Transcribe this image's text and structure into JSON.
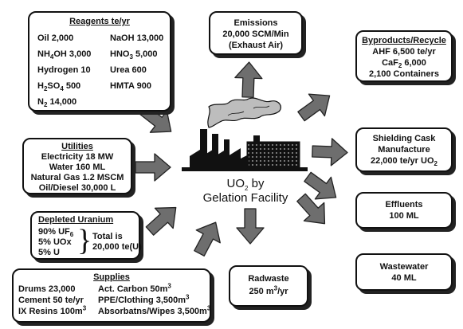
{
  "center": {
    "line1_prefix": "UO",
    "line1_sub": "2",
    "line1_suffix": " by",
    "line2": "Gelation Facility"
  },
  "reagents": {
    "title": "Reagents te/yr",
    "left": [
      {
        "pre": "Oil 2,000"
      },
      {
        "pre": "NH",
        "sub": "4",
        "post": "OH 3,000"
      },
      {
        "pre": "Hydrogen 10"
      },
      {
        "pre": "H",
        "sub": "2",
        "mid": "SO",
        "sub2": "4",
        "post": " 500"
      },
      {
        "pre": "N",
        "sub": "2",
        "post": " 14,000"
      }
    ],
    "right": [
      {
        "pre": "NaOH 13,000"
      },
      {
        "pre": "HNO",
        "sub": "3",
        "post": " 5,000"
      },
      {
        "pre": "Urea 600"
      },
      {
        "pre": "HMTA 900"
      }
    ]
  },
  "emissions": {
    "title": "Emissions",
    "line1": "20,000 SCM/Min",
    "line2": "(Exhaust Air)"
  },
  "byproducts": {
    "title": "Byproducts/Recycle",
    "line1": "AHF 6,500 te/yr",
    "line2_pre": "CaF",
    "line2_sub": "2",
    "line2_post": " 6,000",
    "line3": "2,100 Containers"
  },
  "utilities": {
    "title": "Utilities",
    "lines": [
      "Electricity 18 MW",
      "Water 160 ML",
      "Natural Gas 1.2 MSCM",
      "Oil/Diesel 30,000 L"
    ]
  },
  "shielding": {
    "line1": "Shielding Cask",
    "line2": "Manufacture",
    "line3_pre": "22,000 te/yr UO",
    "line3_sub": "2"
  },
  "depleted": {
    "title": "Depleted Uranium",
    "l1_pre": "90% UF",
    "l1_sub": "6",
    "l2": "5% UOx",
    "l3": "5% U",
    "total1": "Total is",
    "total2": "20,000 te(U)"
  },
  "effluents": {
    "title": "Effluents",
    "value": "100 ML"
  },
  "supplies": {
    "title": "Supplies",
    "left": [
      "Drums 23,000",
      "Cement 50 te/yr",
      "IX Resins 100m"
    ],
    "left_sup": "3",
    "right": [
      {
        "pre": "Act. Carbon 50m",
        "sup": "3"
      },
      {
        "pre": "PPE/Clothing 3,500m",
        "sup": "3"
      },
      {
        "pre": "Absorbatns/Wipes 3,500m",
        "sup": "3"
      }
    ]
  },
  "radwaste": {
    "title": "Radwaste",
    "value_pre": "250 m",
    "value_sup": "3",
    "value_post": "/yr"
  },
  "wastewater": {
    "title": "Wastewater",
    "value": "40 ML"
  }
}
